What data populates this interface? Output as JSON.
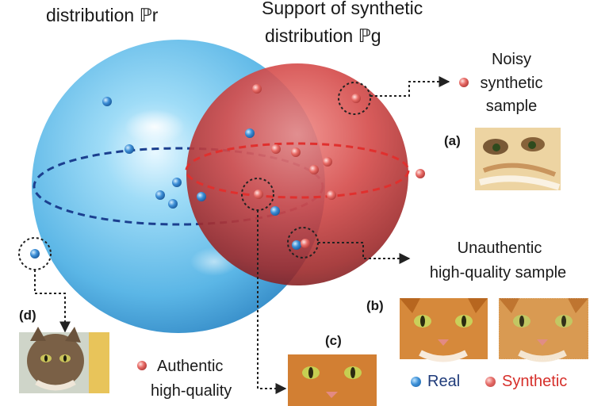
{
  "labels": {
    "real_support": "distribution ℙr",
    "synthetic_support_line1": "Support of synthetic",
    "synthetic_support_line2": "distribution ℙg",
    "noisy_line1": "Noisy",
    "noisy_line2": "synthetic",
    "noisy_line3": "sample",
    "unauthentic_line1": "Unauthentic",
    "unauthentic_line2": "high-quality sample",
    "authentic_line1": "Authentic",
    "authentic_line2": "high-quality",
    "tag_a": "(a)",
    "tag_b": "(b)",
    "tag_c": "(c)",
    "tag_d": "(d)"
  },
  "legend": {
    "real_label": "Real",
    "synthetic_label": "Synthetic"
  },
  "colors": {
    "real_sphere": "#7cc8ee",
    "synthetic_sphere": "#d94a49",
    "real_point": "#2f7fc7",
    "synthetic_point": "#e0605c",
    "synthetic_legend_text": "#d62f2a",
    "real_legend_text": "#1f3b7a",
    "real_equator": "#1b3f8f",
    "synthetic_equator": "#e0302e"
  }
}
